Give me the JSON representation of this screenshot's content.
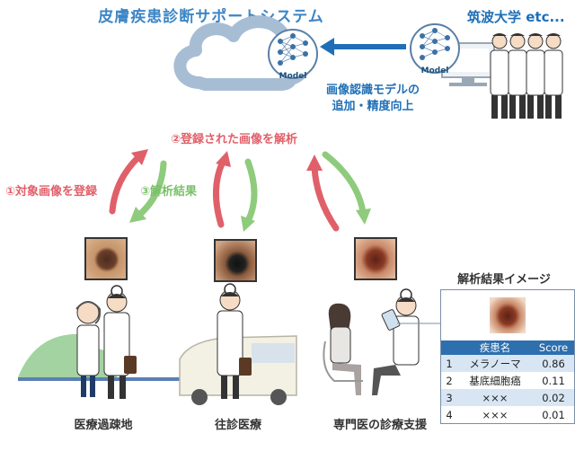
{
  "title": "皮膚疾患診断サポートシステム",
  "university": "筑波大学 etc...",
  "model_label": "Model",
  "model_update": [
    "画像認識モデルの",
    "追加・精度向上"
  ],
  "steps": {
    "register": "①対象画像を登録",
    "analyze": "②登録された画像を解析",
    "result": "③解析結果"
  },
  "scenarios": [
    "医療過疎地",
    "往診医療",
    "専門医の診療支援"
  ],
  "result_image": {
    "title": "解析結果イメージ",
    "headers": [
      "",
      "疾患名",
      "Score"
    ],
    "rows": [
      {
        "rank": "1",
        "name": "メラノーマ",
        "score": "0.86"
      },
      {
        "rank": "2",
        "name": "基底細胞癌",
        "score": "0.11"
      },
      {
        "rank": "3",
        "name": "×××",
        "score": "0.02"
      },
      {
        "rank": "4",
        "name": "×××",
        "score": "0.01"
      }
    ]
  },
  "colors": {
    "title": "#3d86c6",
    "accent_blue": "#1e6fb8",
    "arrow_red": "#e0606a",
    "arrow_green": "#8fcb7c",
    "cloud": "#a7bdd4",
    "table_header": "#2e6fae"
  }
}
